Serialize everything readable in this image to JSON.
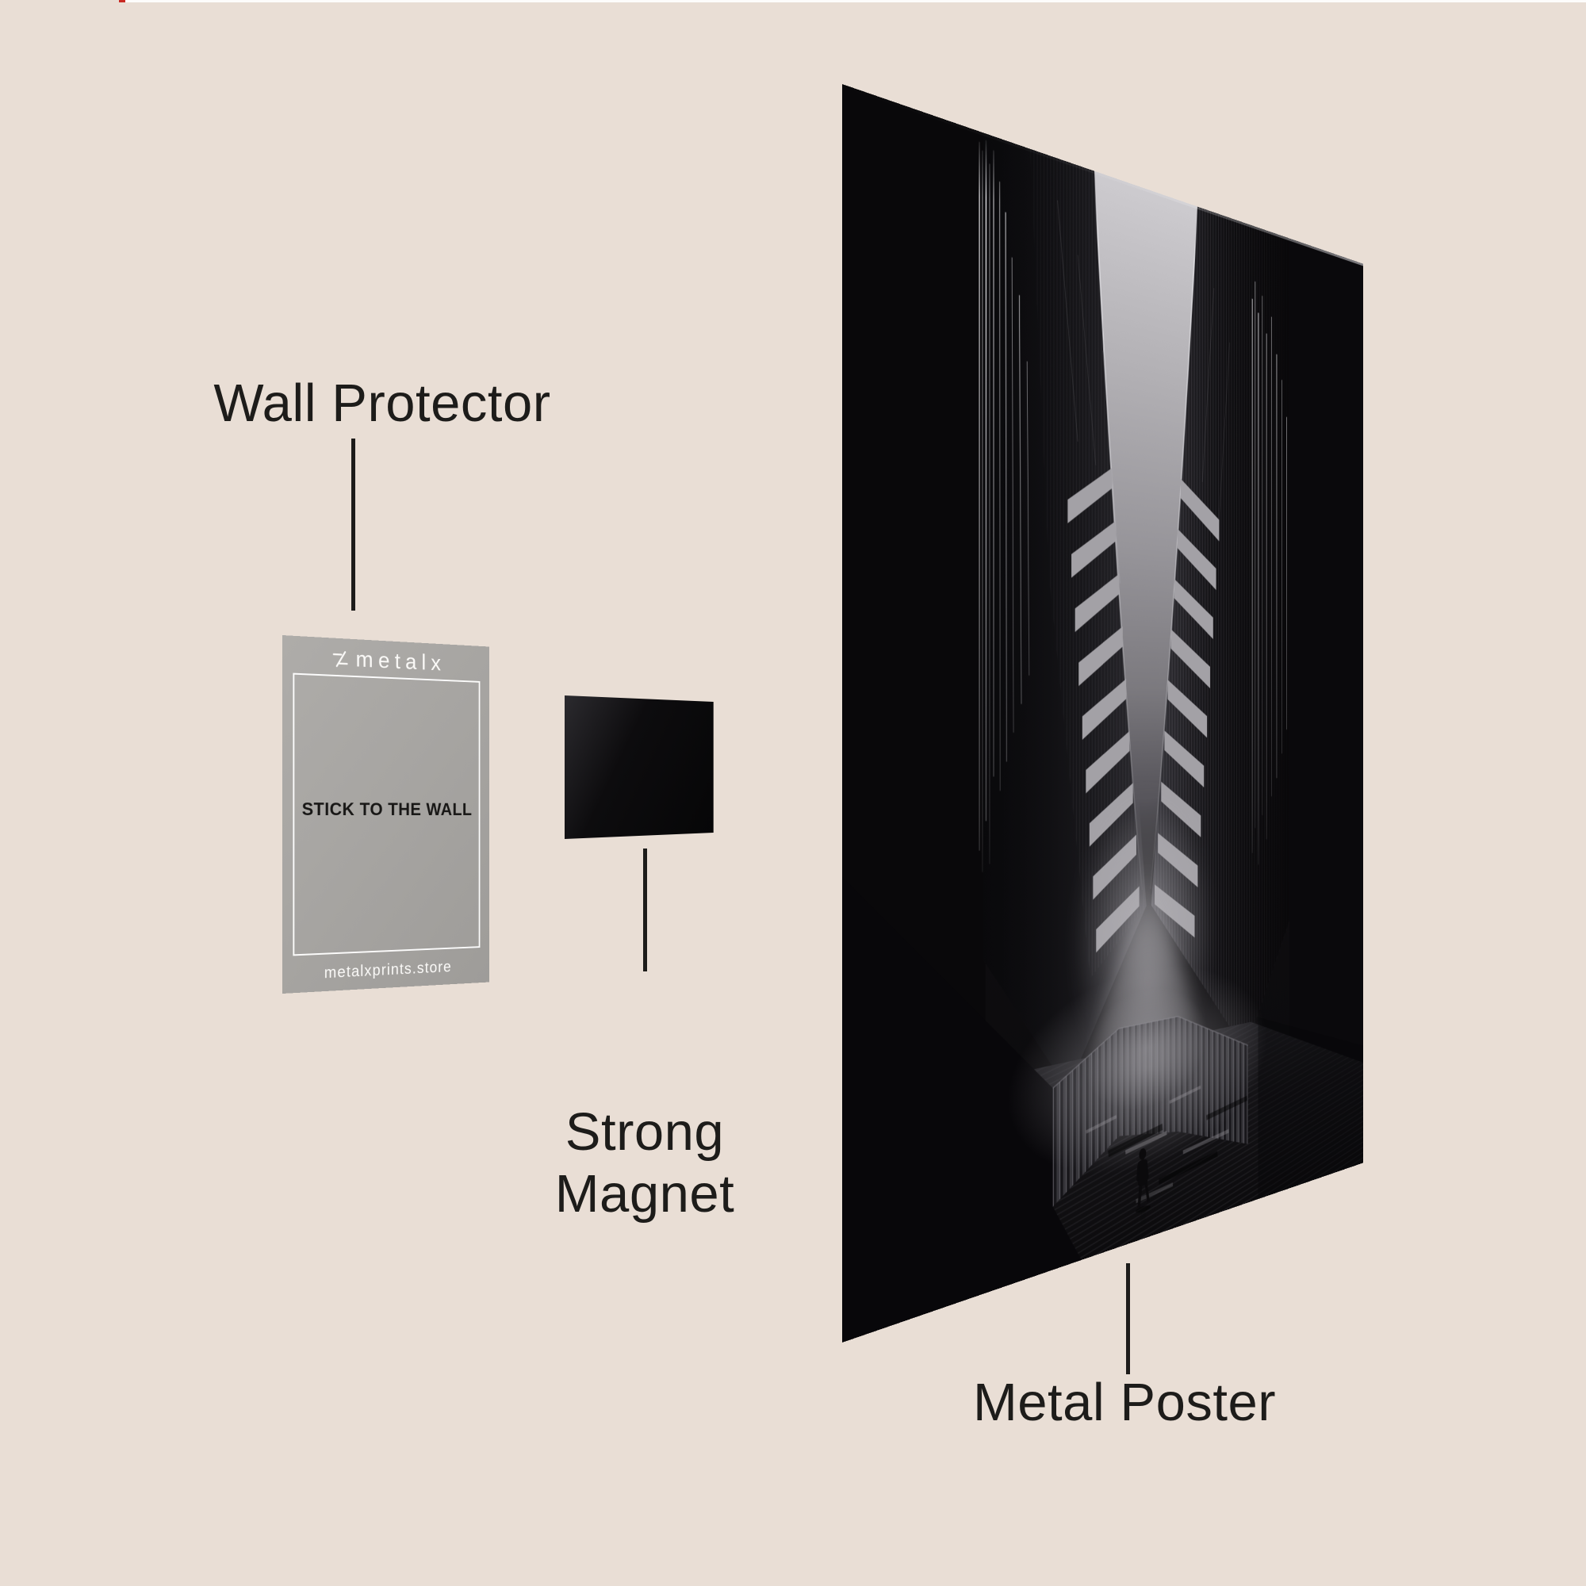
{
  "theme": {
    "css_vars": {
      "bg": "#e9ded5",
      "ink": "#1d1c1a",
      "card-gray": "#a7a5a2",
      "card-light-text": "#fbfaf8",
      "card-dark-text": "#181716",
      "magnet-black": "#0d0c0e"
    }
  },
  "labels": {
    "wall_protector": "Wall Protector",
    "strong_magnet_line1": "Strong",
    "strong_magnet_line2": "Magnet",
    "metal_poster": "Metal Poster"
  },
  "card": {
    "brand_name": "metalx",
    "center_text": "STICK TO THE WALL",
    "store_url": "metalxprints.store"
  },
  "icons": {
    "brand_mark": "metalx-slash-mark"
  }
}
